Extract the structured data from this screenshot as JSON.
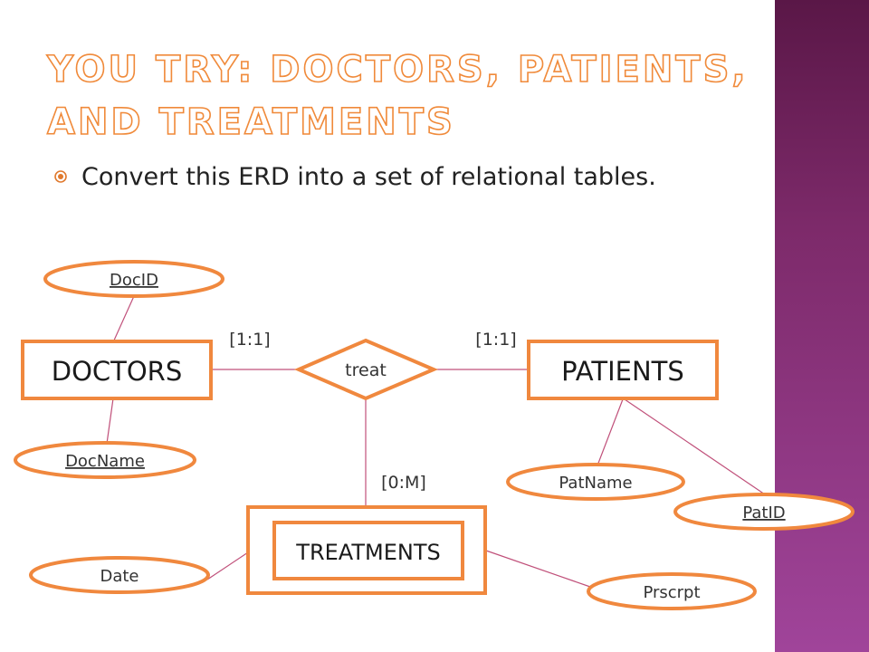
{
  "slide": {
    "title": "You Try: Doctors, Patients, and Treatments",
    "bullet": "Convert this ERD into a set of relational tables."
  },
  "diagram": {
    "entities": {
      "doctors": "DOCTORS",
      "patients": "PATIENTS",
      "treatments": "TREATMENTS"
    },
    "relationship": "treat",
    "attributes": {
      "doc_id": "DocID",
      "doc_name": "DocName",
      "pat_name": "PatName",
      "pat_id": "PatID",
      "date": "Date",
      "prscrpt": "Prscrpt"
    },
    "cardinalities": {
      "doctors": "[1:1]",
      "patients": "[1:1]",
      "treatments": "[0:M]"
    }
  },
  "colors": {
    "shape_stroke": "#f0883e",
    "connector": "#c0507a",
    "title_outline": "#f08a3a",
    "side_band": "#7d2a6a"
  }
}
